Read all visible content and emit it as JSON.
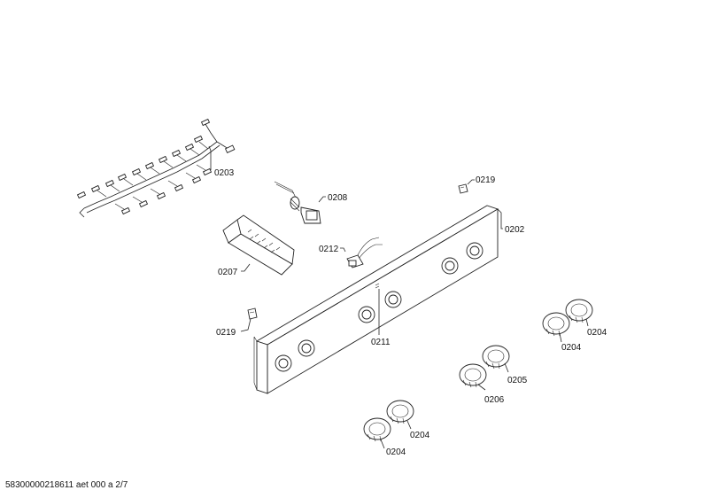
{
  "labels": {
    "l0203": "0203",
    "l0208": "0208",
    "l0219a": "0219",
    "l0202": "0202",
    "l0212": "0212",
    "l0207": "0207",
    "l0219b": "0219",
    "l0211": "0211",
    "l0204a": "0204",
    "l0204b": "0204",
    "l0205": "0205",
    "l0206": "0206",
    "l0204c": "0204",
    "l0204d": "0204"
  },
  "footer": "58300000218611 aet 000 a 2/7"
}
